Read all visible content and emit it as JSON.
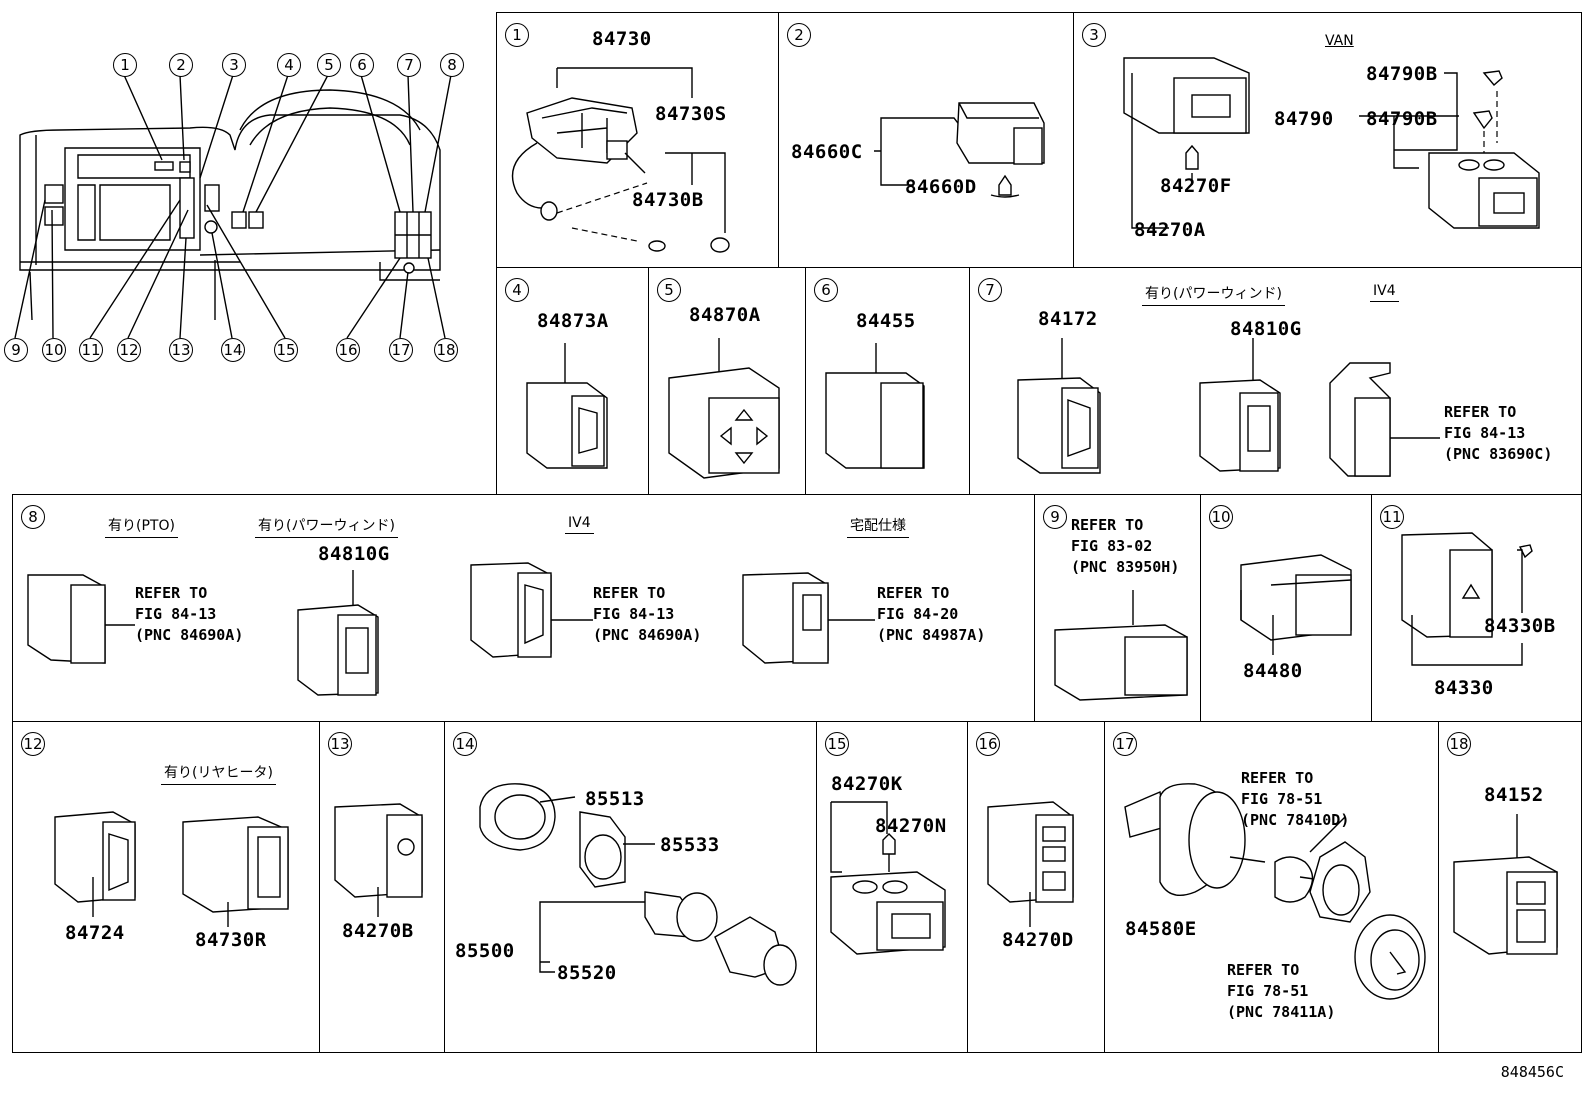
{
  "overview_callouts": [
    "1",
    "2",
    "3",
    "4",
    "5",
    "6",
    "7",
    "8",
    "9",
    "10",
    "11",
    "12",
    "13",
    "14",
    "15",
    "16",
    "17",
    "18"
  ],
  "panels": [
    {
      "num": "1",
      "parts": [
        "84730",
        "84730S",
        "84730B"
      ]
    },
    {
      "num": "2",
      "parts": [
        "84660C",
        "84660D"
      ]
    },
    {
      "num": "3",
      "parts": [
        "84270F",
        "84270A",
        "84790B",
        "84790",
        "84790B"
      ],
      "cond": "VAN"
    },
    {
      "num": "4",
      "parts": [
        "84873A"
      ]
    },
    {
      "num": "5",
      "parts": [
        "84870A"
      ]
    },
    {
      "num": "6",
      "parts": [
        "84455"
      ]
    },
    {
      "num": "7",
      "parts": [
        "84172",
        "84810G"
      ],
      "conds": [
        "有り(パワーウィンド)",
        "IV4"
      ],
      "ref": "REFER TO\nFIG 84-13\n(PNC 83690C)"
    },
    {
      "num": "8",
      "parts": [
        "84810G"
      ],
      "conds": [
        "有り(PTO)",
        "有り(パワーウィンド)",
        "IV4",
        "宅配仕様"
      ],
      "refs": [
        "REFER TO\nFIG 84-13\n(PNC 84690A)",
        "REFER TO\nFIG 84-13\n(PNC 84690A)",
        "REFER TO\nFIG 84-20\n(PNC 84987A)"
      ]
    },
    {
      "num": "9",
      "ref": "REFER TO\nFIG 83-02\n(PNC 83950H)"
    },
    {
      "num": "10",
      "parts": [
        "84480"
      ]
    },
    {
      "num": "11",
      "parts": [
        "84330B",
        "84330"
      ]
    },
    {
      "num": "12",
      "parts": [
        "84724",
        "84730R"
      ],
      "cond": "有り(リヤヒータ)"
    },
    {
      "num": "13",
      "parts": [
        "84270B"
      ]
    },
    {
      "num": "14",
      "parts": [
        "85513",
        "85533",
        "85500",
        "85520"
      ]
    },
    {
      "num": "15",
      "parts": [
        "84270K",
        "84270N"
      ]
    },
    {
      "num": "16",
      "parts": [
        "84270D"
      ]
    },
    {
      "num": "17",
      "parts": [
        "84580E"
      ],
      "refs": [
        "REFER TO\nFIG 78-51\n(PNC 78410D)",
        "REFER TO\nFIG 78-51\n(PNC 78411A)"
      ]
    },
    {
      "num": "18",
      "parts": [
        "84152"
      ]
    }
  ],
  "diagram_code": "848456C"
}
